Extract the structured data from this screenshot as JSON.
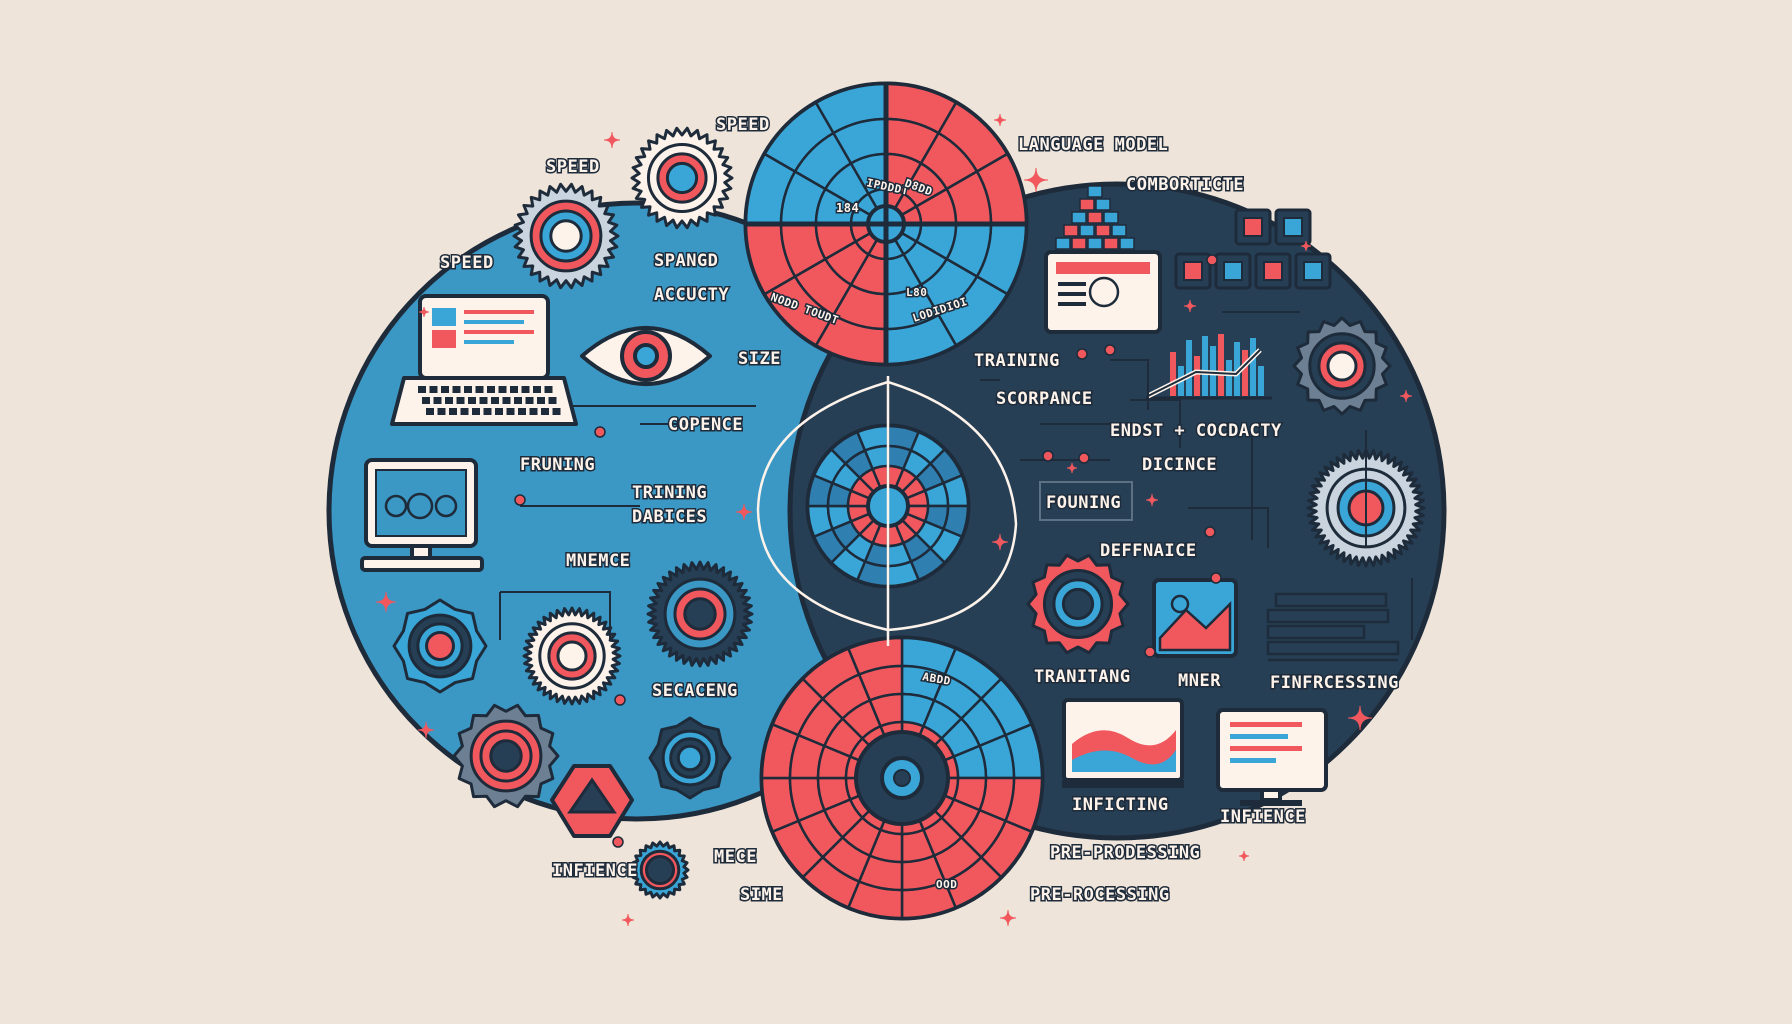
{
  "colors": {
    "background": "#efe4d9",
    "left_panel": "#3b97c4",
    "right_panel": "#263f55",
    "accent_red": "#f0585e",
    "accent_blue": "#3aa6d8",
    "outline": "#1e2b3a",
    "cream": "#fdf3ea"
  },
  "left_labels": {
    "speed_1": "SPEED",
    "speed_2": "SPEED",
    "speed_3": "SPEED",
    "spangd": "SPANGD",
    "accucty": "ACCUCTY",
    "size": "SIZE",
    "copence": "COPENCE",
    "fruning": "FRUNING",
    "trining": "TRINING",
    "dabices": "DABICES",
    "mnemce": "MNEMCE",
    "secaceng": "SECACENG",
    "infience": "INFIENCE",
    "mece": "MECE",
    "sime": "SIME"
  },
  "right_labels": {
    "language_model": "LANGUAGE MODEL",
    "combortricte": "COMBORTICTE",
    "training": "TRAINING",
    "scorpance": "SCORPANCE",
    "endst_cocdacty": "ENDST + COCDACTY",
    "dicince": "DICINCE",
    "founing": "FOUNING",
    "deffnaice": "DEFFNAICE",
    "tranitang": "TRANITANG",
    "mner": "MNER",
    "finfrcessing": "FINFRCESSING",
    "infiting": "INFICTING",
    "infience": "INFIENCE",
    "pre_prodessing": "PRE-PRODESSING",
    "pre_rocessing": "PRE-ROCESSING"
  },
  "wheel_labels": {
    "top_a": "IPDDDT",
    "top_b": "D8DD",
    "top_c": "184",
    "top_d": "NODD TOUDT",
    "top_e": "L80",
    "top_f": "LODIDIOI",
    "bottom_a": "ABDD",
    "bottom_b": "OOD"
  },
  "icons": [
    "eye-icon",
    "laptop-icon",
    "monitor-icon",
    "gear-icon",
    "target-icon",
    "grid-icon",
    "bar-chart-icon",
    "line-chart-icon",
    "image-icon",
    "pie-icon",
    "sparkle-icon",
    "connector-icon"
  ]
}
